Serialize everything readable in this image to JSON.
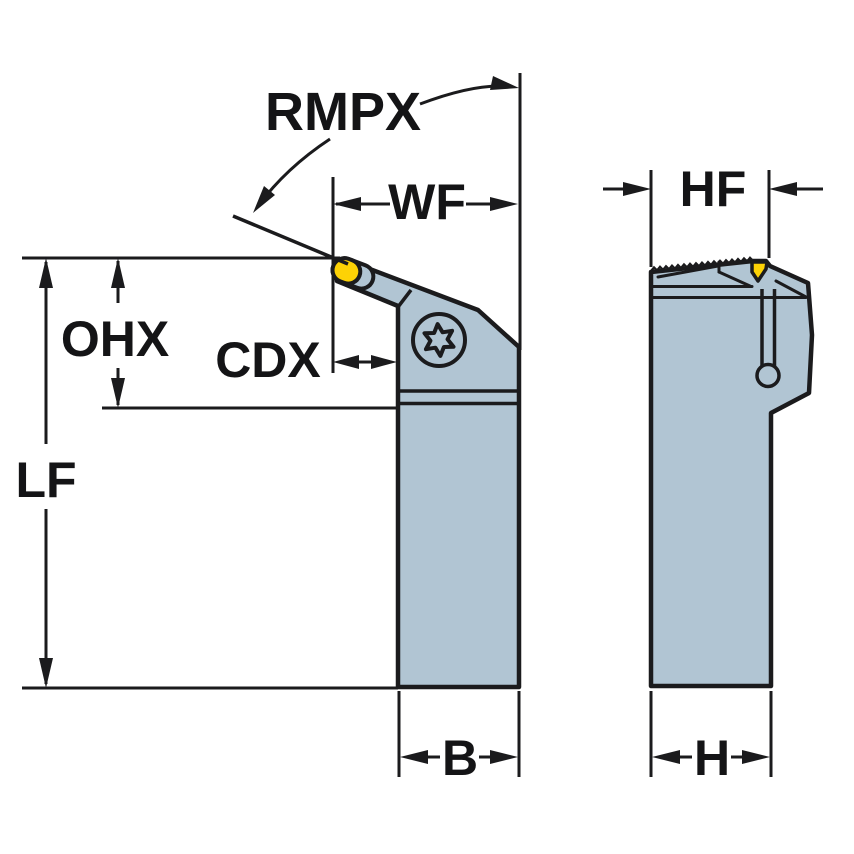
{
  "labels": {
    "rmpx": "RMPX",
    "wf": "WF",
    "ohx": "OHX",
    "cdx": "CDX",
    "lf": "LF",
    "b": "B",
    "hf": "HF",
    "h": "H"
  },
  "icons": {
    "torx_screw": "torx-screw-icon",
    "cutting_insert": "insert-icon"
  },
  "colors": {
    "background": "#ffffff",
    "body_fill": "#b1c5d3",
    "insert_fill": "#fdd205",
    "line": "#1b1b1d"
  }
}
